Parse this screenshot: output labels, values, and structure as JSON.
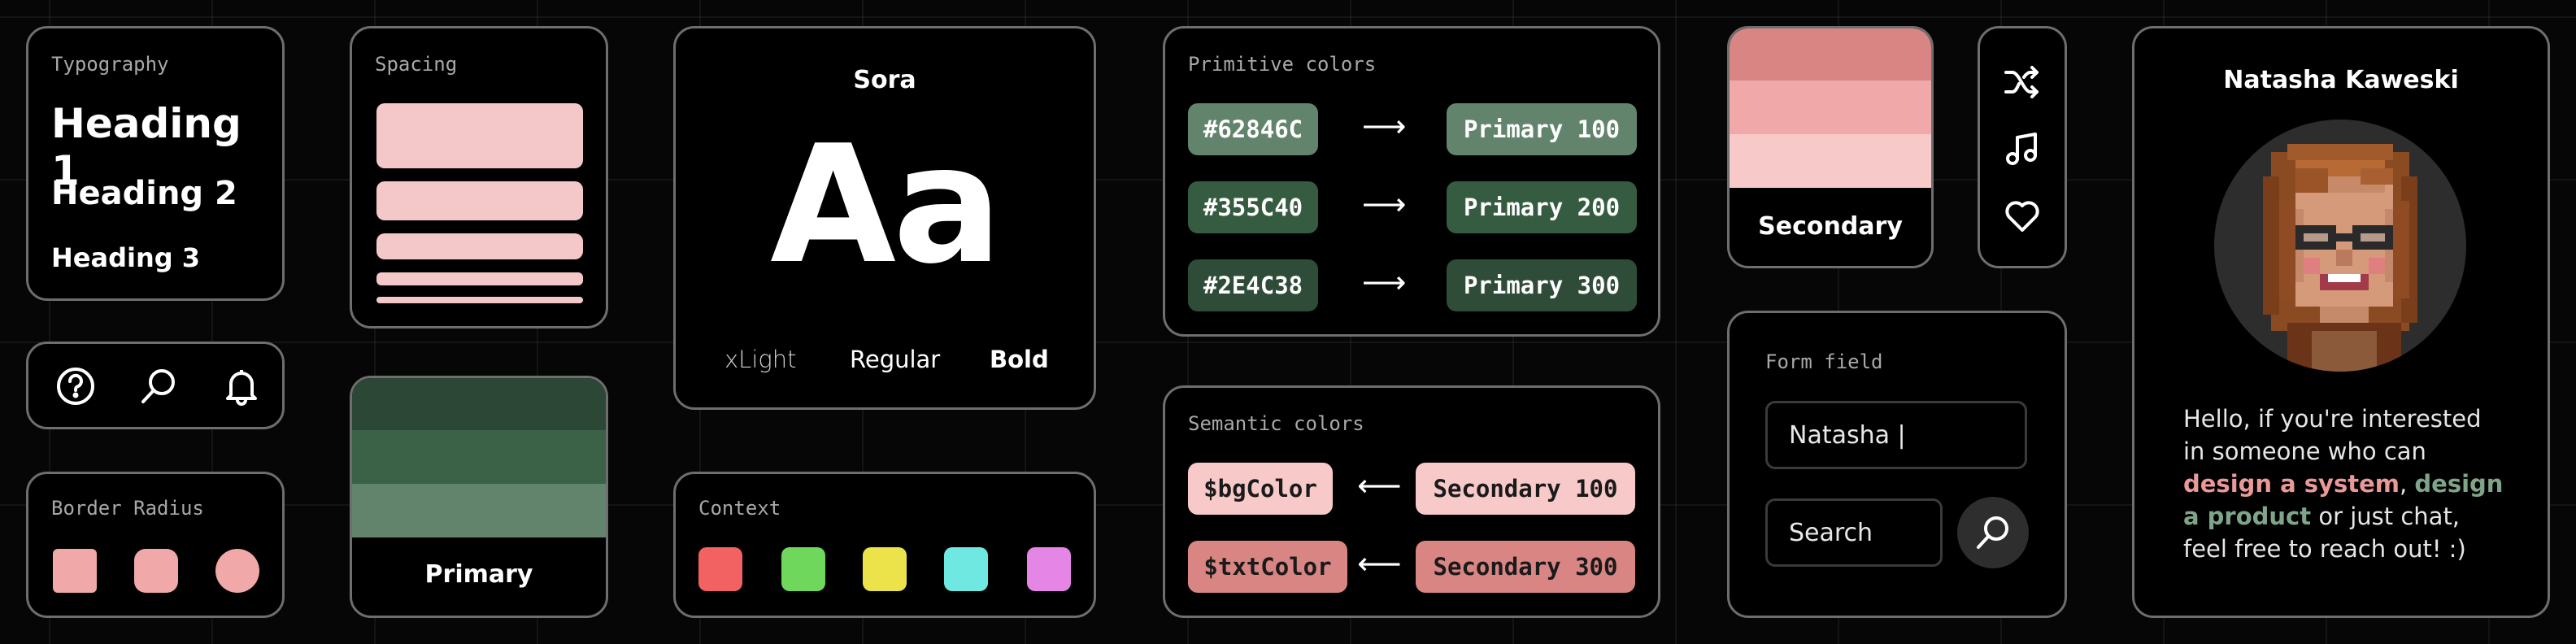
{
  "typography": {
    "label": "Typography",
    "h1": "Heading 1",
    "h2": "Heading 2",
    "h3": "Heading 3"
  },
  "spacing": {
    "label": "Spacing"
  },
  "font_card": {
    "name": "Sora",
    "sample": "Aa",
    "weights": [
      "xLight",
      "Regular",
      "Bold"
    ]
  },
  "primitive": {
    "label": "Primitive colors",
    "rows": [
      {
        "hex": "#62846C",
        "name": "Primary 100",
        "color": "#62846C"
      },
      {
        "hex": "#355C40",
        "name": "Primary 200",
        "color": "#355C40"
      },
      {
        "hex": "#2E4C38",
        "name": "Primary 300",
        "color": "#2E4C38"
      }
    ],
    "arrow": "⟶"
  },
  "secondary_card": {
    "label": "Secondary",
    "colors": [
      "#d98583",
      "#f0a8a8",
      "#f7c9c9"
    ]
  },
  "icons_column": [
    "shuffle-icon",
    "music-note-icon",
    "heart-icon"
  ],
  "profile": {
    "name": "Natasha Kaweski",
    "text_before": "Hello, if you're interested in someone who can ",
    "link1": "design a system",
    "comma": ", ",
    "link2": "design a product",
    "text_after": " or just chat, feel free to reach out! :)",
    "link1_color": "#e99a98",
    "link2_color": "#7ea58a"
  },
  "icons_row": [
    "help-icon",
    "search-icon",
    "bell-icon"
  ],
  "border_radius": {
    "label": "Border Radius"
  },
  "primary_card": {
    "label": "Primary",
    "colors": [
      "#2c4735",
      "#3b6146",
      "#62846c"
    ]
  },
  "context": {
    "label": "Context",
    "colors": [
      "#f26262",
      "#6fd85c",
      "#ece24a",
      "#6ee8e0",
      "#e586e6"
    ]
  },
  "semantic": {
    "label": "Semantic colors",
    "rows": [
      {
        "var": "$bgColor",
        "name": "Secondary 100",
        "color": "#f7c9c9"
      },
      {
        "var": "$txtColor",
        "name": "Secondary 300",
        "color": "#d98583"
      }
    ],
    "arrow": "⟵"
  },
  "form": {
    "label": "Form field",
    "value": "Natasha |",
    "search_placeholder": "Search"
  }
}
